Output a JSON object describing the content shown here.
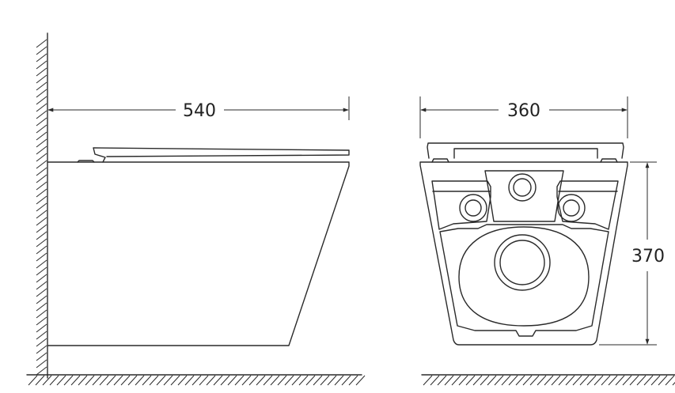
{
  "side_view": {
    "width_label": "540"
  },
  "front_view": {
    "width_label": "360",
    "height_label": "370"
  },
  "colors": {
    "line": "#2a2a2a",
    "background": "#ffffff"
  }
}
